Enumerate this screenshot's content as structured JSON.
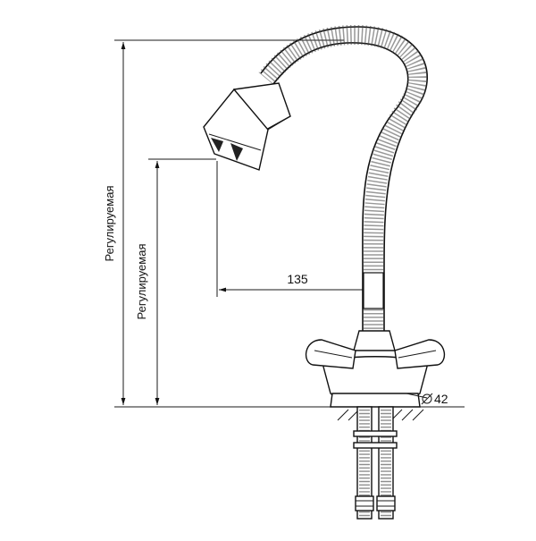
{
  "dimensions": {
    "outer_height_label": "Регулируемая",
    "inner_height_label": "Регулируемая",
    "reach_label": "135",
    "base_diameter_label": "42",
    "diameter_symbol": "Ø"
  }
}
